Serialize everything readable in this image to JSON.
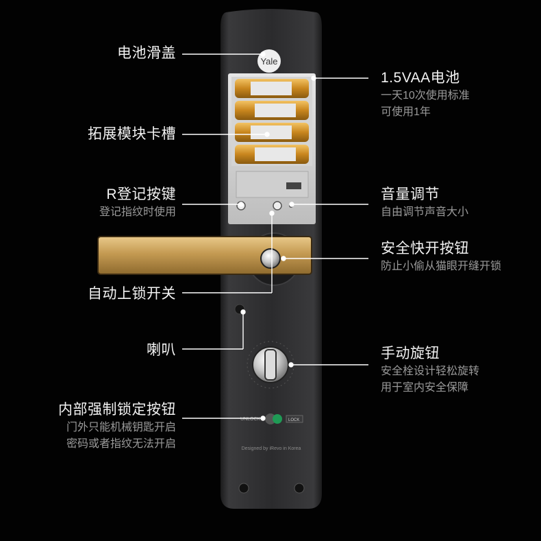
{
  "product": {
    "brand": "Yale",
    "lock_toggle": {
      "unlock_label": "UNLOCK",
      "lock_label": "LOCK"
    },
    "designed_by": "Designed by iRevo in Korea"
  },
  "callouts": {
    "battery_cover": {
      "title": "电池滑盖"
    },
    "battery": {
      "title": "1.5VAA电池",
      "line1": "一天10次使用标准",
      "line2": "可使用1年"
    },
    "module_slot": {
      "title": "拓展模块卡槽"
    },
    "r_register": {
      "title": "R登记按键",
      "line1": "登记指纹时使用"
    },
    "volume": {
      "title": "音量调节",
      "line1": "自由调节声音大小"
    },
    "safety_button": {
      "title": "安全快开按钮",
      "line1": "防止小偷从猫眼开缝开锁"
    },
    "auto_lock": {
      "title": "自动上锁开关"
    },
    "speaker": {
      "title": "喇叭"
    },
    "manual_knob": {
      "title": "手动旋钮",
      "line1": "安全栓设计轻松旋转",
      "line2": "用于室内安全保障"
    },
    "internal_lock": {
      "title": "内部强制锁定按钮",
      "line1": "门外只能机械钥匙开启",
      "line2": "密码或者指纹无法开启"
    }
  },
  "colors": {
    "body": "#2a2a2c",
    "handle_gold": "#c9a25a",
    "battery_gold": "#d79a2a",
    "led_green": "#1f9a55",
    "line": "#ffffff"
  }
}
